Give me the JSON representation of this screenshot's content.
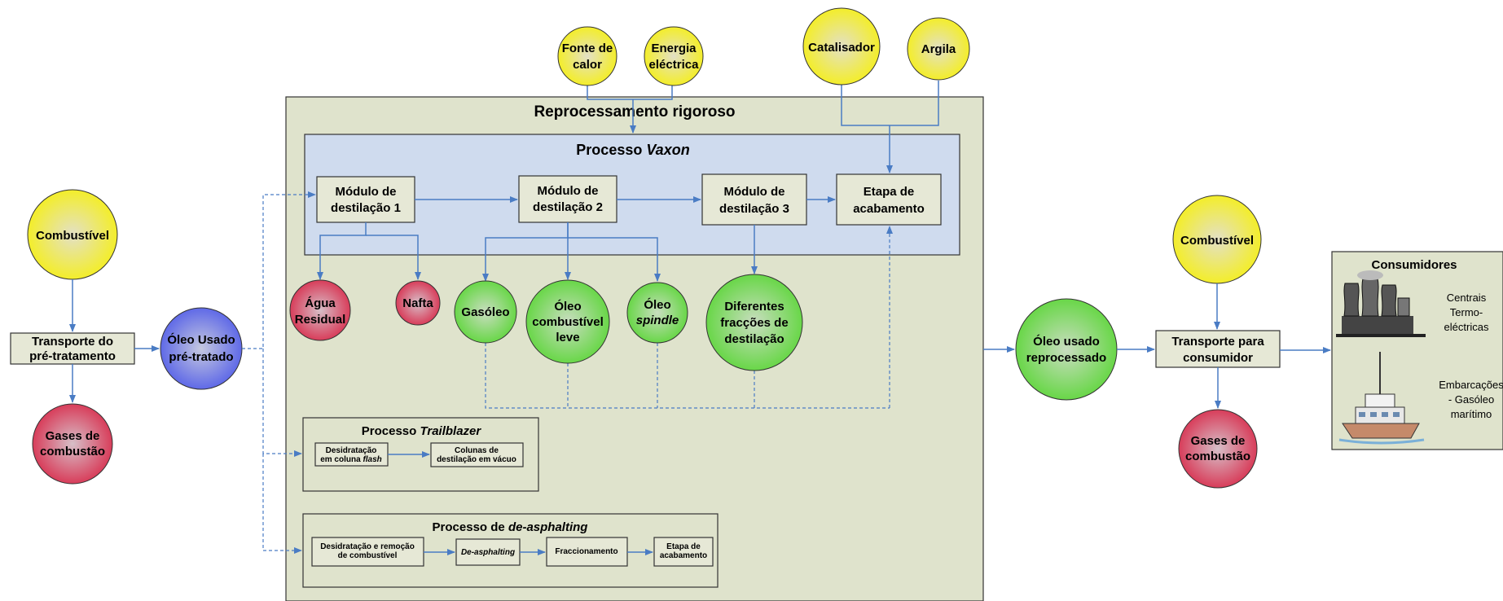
{
  "main": {
    "title": "Reprocessamento rigoroso",
    "vaxon": {
      "title_prefix": "Processo ",
      "title_italic": "Vaxon",
      "modules": [
        [
          "Módulo de",
          "destilação 1"
        ],
        [
          "Módulo de",
          "destilação 2"
        ],
        [
          "Módulo de",
          "destilação 3"
        ],
        [
          "Etapa de",
          "acabamento"
        ]
      ]
    },
    "trailblazer": {
      "title_prefix": "Processo ",
      "title_italic": "Trailblazer",
      "step1_line1": "Desidratação",
      "step1_line2_prefix": "em coluna ",
      "step1_line2_italic": "flash",
      "step2": [
        "Colunas de",
        "destilação em vácuo"
      ]
    },
    "deasphalting": {
      "title_prefix": "Processo de ",
      "title_italic": "de-asphalting",
      "step1": [
        "Desidratação e remoção",
        "de combustível"
      ],
      "step2_italic": "De-asphalting",
      "step3": "Fraccionamento",
      "step4": [
        "Etapa de",
        "acabamento"
      ]
    }
  },
  "inputs": {
    "heat": [
      "Fonte de",
      "calor"
    ],
    "electric": [
      "Energia",
      "eléctrica"
    ],
    "catalyst": "Catalisador",
    "clay": "Argila"
  },
  "products": {
    "water": [
      "Água",
      "Residual"
    ],
    "naphtha": "Nafta",
    "diesel": "Gasóleo",
    "light_fuel": [
      "Óleo",
      "combustível",
      "leve"
    ],
    "spindle_line1": "Óleo",
    "spindle_italic": "spindle",
    "fractions": [
      "Diferentes",
      "fracções de",
      "destilação"
    ]
  },
  "left": {
    "fuel": "Combustível",
    "transport": [
      "Transporte do",
      "pré-tratamento"
    ],
    "gases": [
      "Gases de",
      "combustão"
    ],
    "pretreated": [
      "Óleo Usado",
      "pré-tratado"
    ]
  },
  "right": {
    "reprocessed": [
      "Óleo usado",
      "reprocessado"
    ],
    "fuel": "Combustível",
    "transport": [
      "Transporte para",
      "consumidor"
    ],
    "gases": [
      "Gases de",
      "combustão"
    ]
  },
  "consumers": {
    "title": "Consumidores",
    "power_plants": [
      "Centrais",
      "Termo-",
      "eléctricas"
    ],
    "ships": [
      "Embarcações",
      "- Gasóleo",
      "marítimo"
    ]
  },
  "colors": {
    "yellow": "#f5ef1a",
    "red": "#d8304f",
    "green": "#5fd63c",
    "blue": "#5560e8",
    "main_bg": "#dfe3cc",
    "vaxon_bg": "#cfdbee",
    "arrow": "#4a7cc4"
  }
}
